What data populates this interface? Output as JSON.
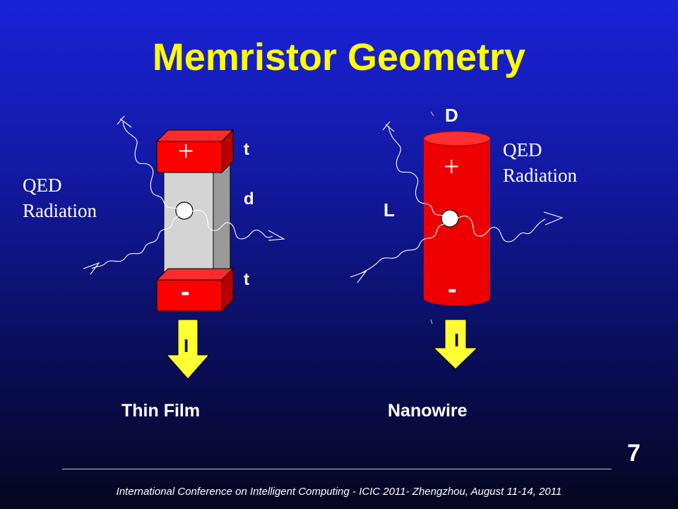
{
  "slide": {
    "title": "Memristor Geometry",
    "footer": "International Conference on Intelligent Computing - ICIC 2011- Zhengzhou, August 11-14, 2011",
    "page_number": "7"
  },
  "thin_film": {
    "plus": "+",
    "minus": "-",
    "label_t_top": "t",
    "label_d": "d",
    "label_t_bottom": "t",
    "current": "I",
    "radiation_line1": "QED",
    "radiation_line2": "Radiation",
    "caption": "Thin Film",
    "colors": {
      "electrode": "#ff0000",
      "body": "#d4d4d4",
      "arrow": "#ffff33"
    }
  },
  "nanowire": {
    "plus": "+",
    "minus": "-",
    "label_diameter": "D",
    "label_length": "L",
    "current": "I",
    "radiation_line1": "QED",
    "radiation_line2": "Radiation",
    "caption": "Nanowire",
    "colors": {
      "wire": "#ee0000",
      "arrow": "#ffff33"
    }
  }
}
